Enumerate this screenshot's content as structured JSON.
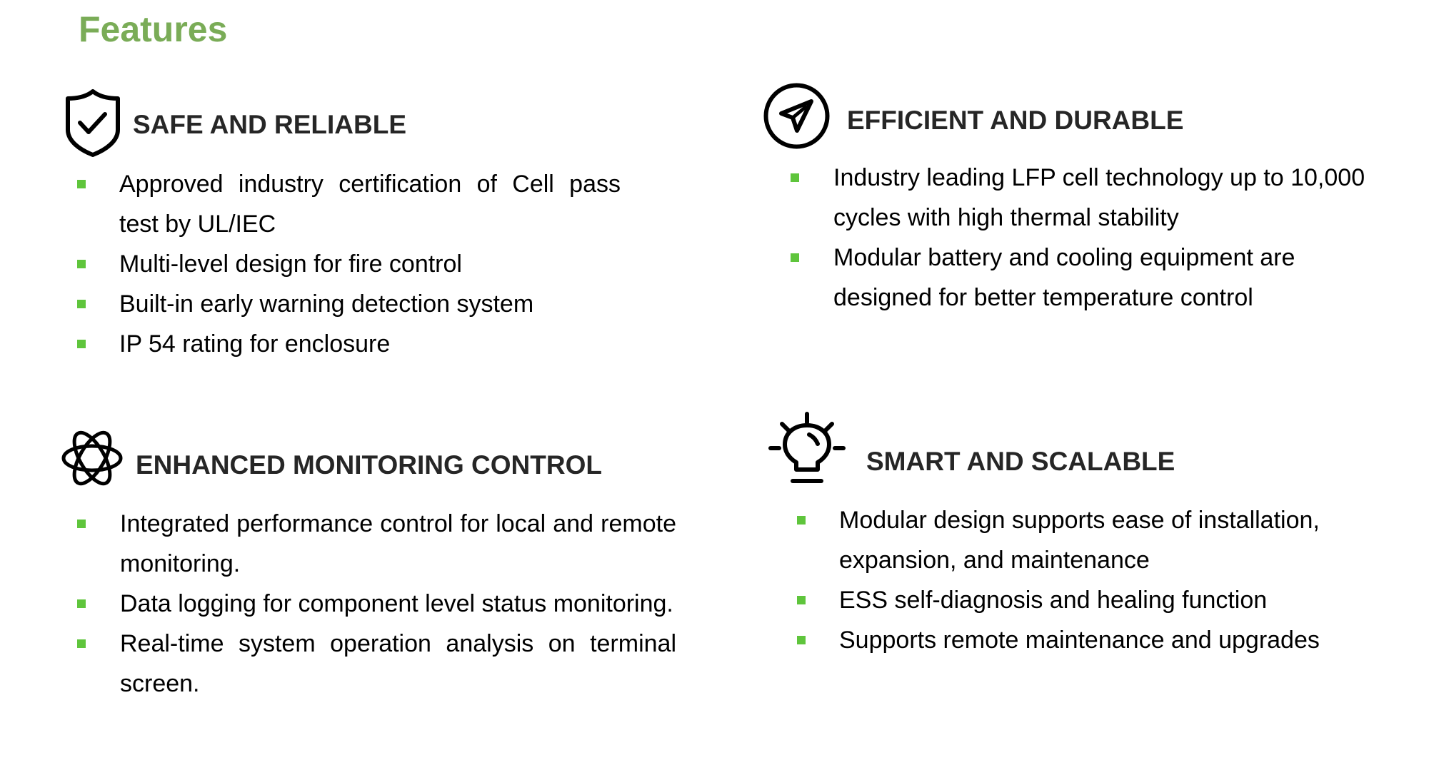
{
  "page_title": "Features",
  "accent_color": "#7aac57",
  "bullet_color": "#5fc53c",
  "sections": [
    {
      "title": "SAFE AND RELIABLE",
      "icon": "shield-check-icon",
      "items": [
        "Approved industry certification of Cell pass test by UL/IEC",
        "Multi-level design for fire control",
        "Built-in early warning detection system",
        "IP 54 rating for enclosure"
      ]
    },
    {
      "title": "EFFICIENT AND DURABLE",
      "icon": "paper-plane-icon",
      "items": [
        "Industry leading LFP cell technology up to 10,000 cycles with high thermal stability",
        "Modular battery and cooling equipment are designed for better temperature control"
      ]
    },
    {
      "title": "ENHANCED MONITORING CONTROL",
      "icon": "atom-icon",
      "items": [
        "Integrated performance control for local and remote monitoring.",
        "Data logging for component level status monitoring.",
        "Real-time system operation analysis on terminal screen."
      ]
    },
    {
      "title": "SMART AND SCALABLE",
      "icon": "lightbulb-icon",
      "items": [
        "Modular design supports ease of installation, expansion, and maintenance",
        "ESS self-diagnosis and healing function",
        "Supports remote maintenance and upgrades"
      ]
    }
  ]
}
